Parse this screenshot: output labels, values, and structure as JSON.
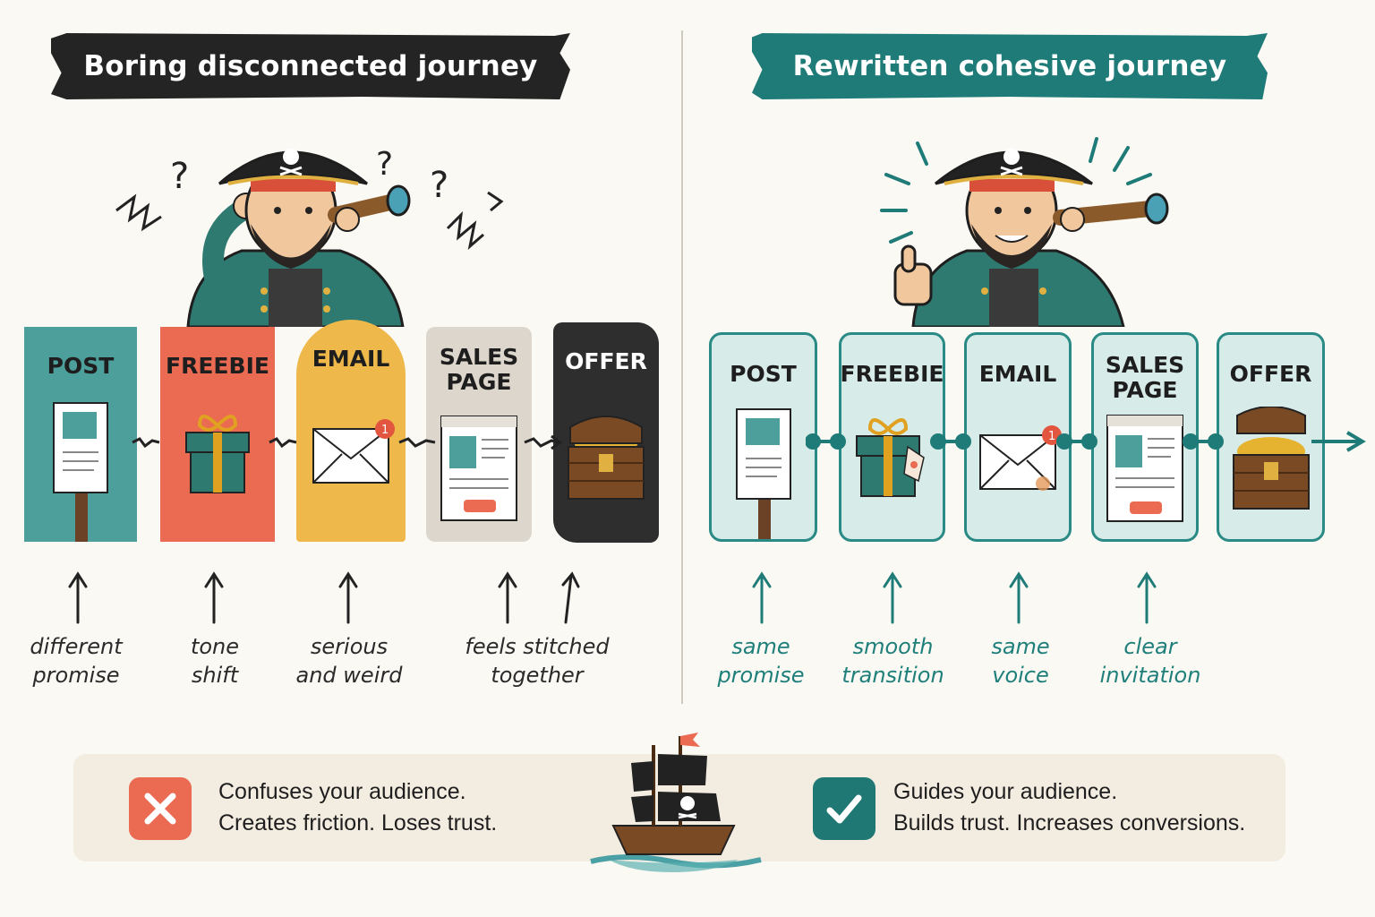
{
  "left": {
    "title": "Boring disconnected journey",
    "steps": [
      "POST",
      "FREEBIE",
      "EMAIL",
      "SALES\nPAGE",
      "OFFER"
    ],
    "notes": [
      "different\npromise",
      "tone\nshift",
      "serious\nand weird",
      "feels stitched\ntogether"
    ],
    "colors": [
      "#4d9f9b",
      "#ea6a52",
      "#eeb94a",
      "#dcd6cc",
      "#2e2e2e"
    ],
    "outcome_line1": "Confuses your audience.",
    "outcome_line2": "Creates friction. Loses trust.",
    "icon": "x-icon"
  },
  "right": {
    "title": "Rewritten cohesive journey",
    "steps": [
      "POST",
      "FREEBIE",
      "EMAIL",
      "SALES\nPAGE",
      "OFFER"
    ],
    "notes": [
      "same\npromise",
      "smooth\ntransition",
      "same\nvoice",
      "clear\ninvitation"
    ],
    "accent": "#1e7b78",
    "outcome_line1": "Guides your audience.",
    "outcome_line2": "Builds trust. Increases conversions.",
    "icon": "checkmark-icon"
  }
}
